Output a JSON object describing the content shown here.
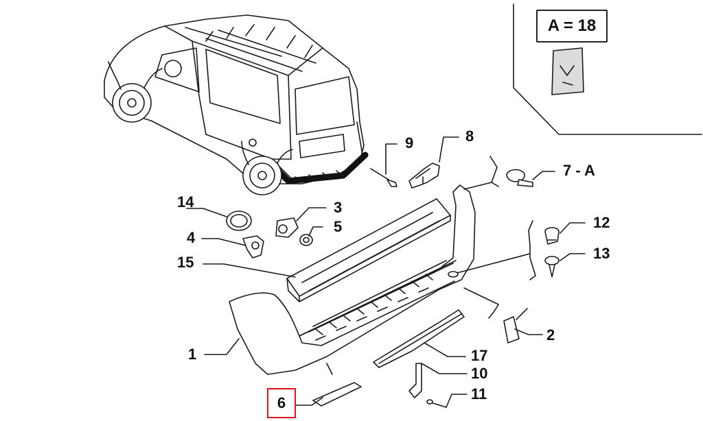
{
  "legend": {
    "text": "A = 18"
  },
  "highlighted_part": {
    "label": "6"
  },
  "callouts": [
    {
      "id": "p1",
      "label": "1"
    },
    {
      "id": "p2",
      "label": "2"
    },
    {
      "id": "p3",
      "label": "3"
    },
    {
      "id": "p4",
      "label": "4"
    },
    {
      "id": "p5",
      "label": "5"
    },
    {
      "id": "p7a",
      "label": "7 - A"
    },
    {
      "id": "p8",
      "label": "8"
    },
    {
      "id": "p9",
      "label": "9"
    },
    {
      "id": "p10",
      "label": "10"
    },
    {
      "id": "p11",
      "label": "11"
    },
    {
      "id": "p12",
      "label": "12"
    },
    {
      "id": "p13",
      "label": "13"
    },
    {
      "id": "p14",
      "label": "14"
    },
    {
      "id": "p15",
      "label": "15"
    },
    {
      "id": "p17",
      "label": "17"
    }
  ],
  "colors": {
    "highlight": "#e0101a",
    "line": "#1a1a1a",
    "part_fill": "#ffffff",
    "shade": "#dcdcdc"
  }
}
